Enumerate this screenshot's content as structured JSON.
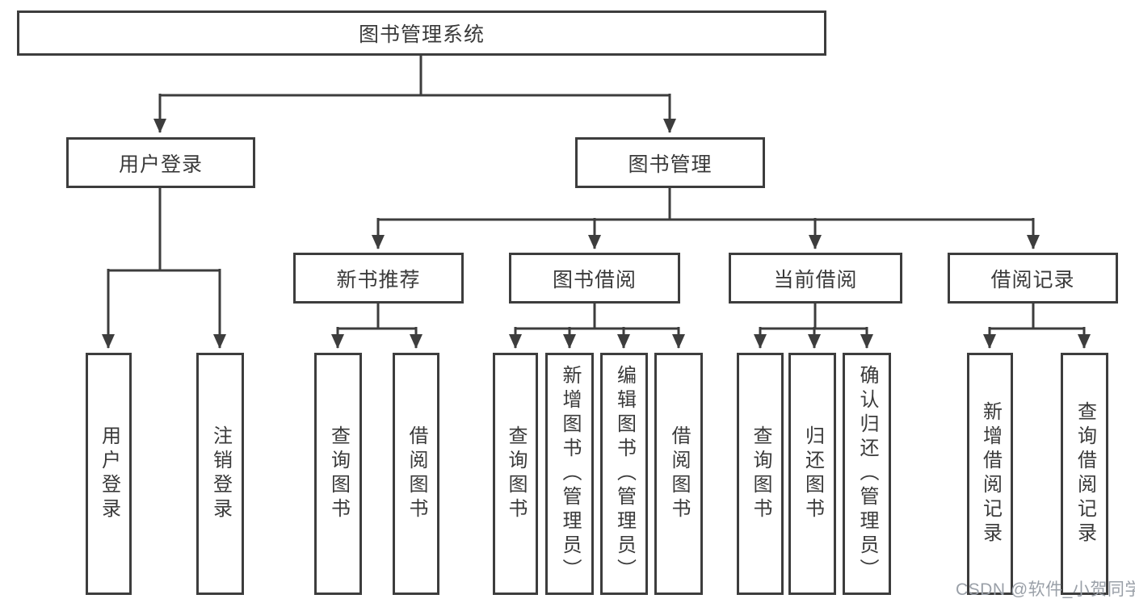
{
  "tree": {
    "label": "图书管理系统",
    "children": [
      {
        "label": "用户登录",
        "children": [
          {
            "label": "用户登录"
          },
          {
            "label": "注销登录"
          }
        ]
      },
      {
        "label": "图书管理",
        "children": [
          {
            "label": "新书推荐",
            "children": [
              {
                "label": "查询图书"
              },
              {
                "label": "借阅图书"
              }
            ]
          },
          {
            "label": "图书借阅",
            "children": [
              {
                "label": "查询图书"
              },
              {
                "label": "新增图书（管理员）"
              },
              {
                "label": "编辑图书（管理员）"
              },
              {
                "label": "借阅图书"
              }
            ]
          },
          {
            "label": "当前借阅",
            "children": [
              {
                "label": "查询图书"
              },
              {
                "label": "归还图书"
              },
              {
                "label": "确认归还（管理员）"
              }
            ]
          },
          {
            "label": "借阅记录",
            "children": [
              {
                "label": "新增借阅记录"
              },
              {
                "label": "查询借阅记录"
              }
            ]
          }
        ]
      }
    ]
  },
  "watermark": {
    "text": "CSDN @软件_小贺同学"
  },
  "colors": {
    "line": "#3d3d3d",
    "text": "#3a3a3a",
    "background": "#ffffff",
    "watermark": "#9aa0a8"
  }
}
